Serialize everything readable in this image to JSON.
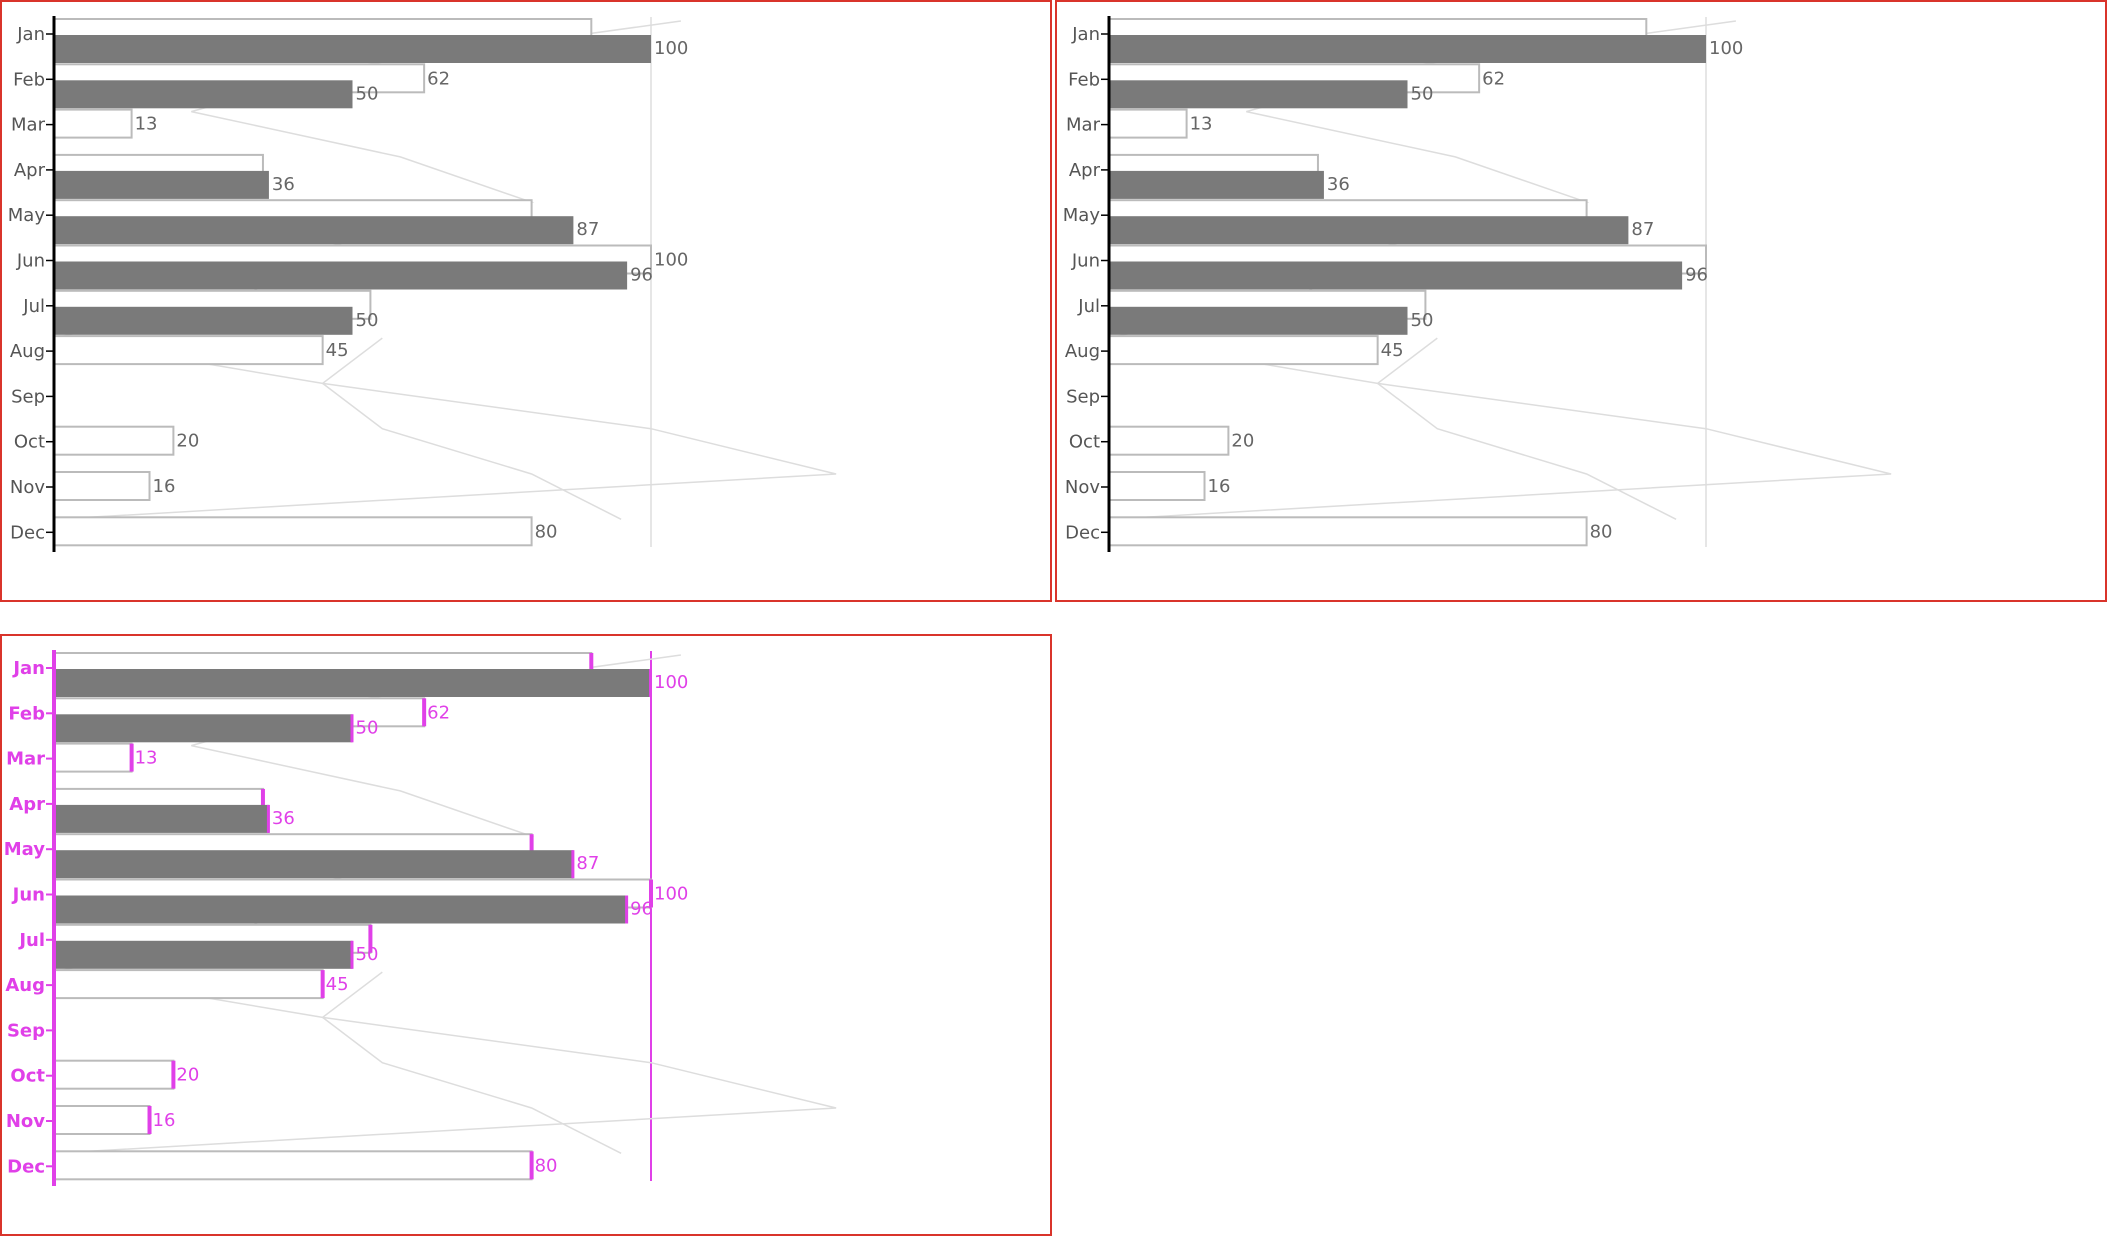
{
  "chart_data": [
    {
      "type": "bar",
      "orientation": "horizontal",
      "categories": [
        "Jan",
        "Feb",
        "Mar",
        "Apr",
        "May",
        "Jun",
        "Jul",
        "Aug",
        "Sep",
        "Oct",
        "Nov",
        "Dec"
      ],
      "series": [
        {
          "values": [
            90,
            62,
            13,
            35,
            80,
            100,
            53,
            45,
            null,
            20,
            16,
            80
          ],
          "style": "outline",
          "labels": [
            "",
            "62",
            "13",
            "",
            "",
            "100",
            "",
            "45",
            "",
            "20",
            "16",
            "80"
          ]
        },
        {
          "values": [
            100,
            50,
            null,
            36,
            87,
            96,
            50,
            null,
            null,
            null,
            null,
            null
          ],
          "style": "filled",
          "labels": [
            "100",
            "50",
            "",
            "36",
            "87",
            "96",
            "50",
            "",
            "",
            "",
            "",
            ""
          ]
        }
      ],
      "overlay_lines": [
        {
          "values": [
            105,
            50,
            23,
            58,
            80,
            45,
            33,
            0,
            null,
            null,
            null,
            null
          ]
        },
        {
          "values": [
            null,
            null,
            null,
            null,
            null,
            null,
            null,
            55,
            45,
            55,
            80,
            95
          ]
        },
        {
          "values": [
            null,
            null,
            null,
            null,
            null,
            null,
            null,
            0,
            45,
            100,
            131,
            0
          ]
        }
      ],
      "reference_lines": [
        100
      ],
      "xlim": [
        0,
        135
      ],
      "grid": false,
      "colors": {
        "outline": "#bbbbbb",
        "filled": "#7a7a7a",
        "overlay": "#dddddd",
        "axis": "#000000",
        "label": "#666666"
      }
    },
    {
      "type": "bar",
      "orientation": "horizontal",
      "categories": [
        "Jan",
        "Feb",
        "Mar",
        "Apr",
        "May",
        "Jun",
        "Jul",
        "Aug",
        "Sep",
        "Oct",
        "Nov",
        "Dec"
      ],
      "series": [
        {
          "values": [
            90,
            62,
            13,
            35,
            80,
            100,
            53,
            45,
            null,
            20,
            16,
            80
          ],
          "style": "outline",
          "labels": [
            "",
            "62",
            "13",
            "",
            "",
            "",
            "",
            "45",
            "",
            "20",
            "16",
            "80"
          ]
        },
        {
          "values": [
            100,
            50,
            null,
            36,
            87,
            96,
            50,
            null,
            null,
            null,
            null,
            null
          ],
          "style": "filled",
          "labels": [
            "100",
            "50",
            "",
            "36",
            "87",
            "96",
            "50",
            "",
            "",
            "",
            "",
            ""
          ]
        }
      ],
      "overlay_lines": [
        {
          "values": [
            105,
            50,
            23,
            58,
            80,
            45,
            33,
            0,
            null,
            null,
            null,
            null
          ]
        },
        {
          "values": [
            null,
            null,
            null,
            null,
            null,
            null,
            null,
            55,
            45,
            55,
            80,
            95
          ]
        },
        {
          "values": [
            null,
            null,
            null,
            null,
            null,
            null,
            null,
            0,
            45,
            100,
            131,
            0
          ]
        }
      ],
      "reference_lines": [
        100
      ],
      "xlim": [
        0,
        135
      ],
      "grid": false,
      "colors": {
        "outline": "#bbbbbb",
        "filled": "#7a7a7a",
        "overlay": "#dddddd",
        "axis": "#000000",
        "label": "#666666"
      }
    },
    {
      "type": "bar",
      "orientation": "horizontal",
      "categories": [
        "Jan",
        "Feb",
        "Mar",
        "Apr",
        "May",
        "Jun",
        "Jul",
        "Aug",
        "Sep",
        "Oct",
        "Nov",
        "Dec"
      ],
      "series": [
        {
          "values": [
            90,
            62,
            13,
            35,
            80,
            100,
            53,
            45,
            null,
            20,
            16,
            80
          ],
          "style": "outline",
          "labels": [
            "",
            "62",
            "13",
            "",
            "",
            "100",
            "",
            "45",
            "",
            "20",
            "16",
            "80"
          ]
        },
        {
          "values": [
            100,
            50,
            null,
            36,
            87,
            96,
            50,
            null,
            null,
            null,
            null,
            null
          ],
          "style": "filled",
          "labels": [
            "100",
            "50",
            "",
            "36",
            "87",
            "96",
            "50",
            "",
            "",
            "",
            "",
            ""
          ]
        }
      ],
      "overlay_lines": [
        {
          "values": [
            105,
            50,
            23,
            58,
            80,
            45,
            33,
            0,
            null,
            null,
            null,
            null
          ]
        },
        {
          "values": [
            null,
            null,
            null,
            null,
            null,
            null,
            null,
            55,
            45,
            55,
            80,
            95
          ]
        },
        {
          "values": [
            null,
            null,
            null,
            null,
            null,
            null,
            null,
            0,
            45,
            100,
            131,
            0
          ]
        }
      ],
      "reference_lines": [
        100
      ],
      "xlim": [
        0,
        135
      ],
      "grid": false,
      "highlighted": true,
      "colors": {
        "outline": "#bbbbbb",
        "filled": "#7a7a7a",
        "overlay": "#dddddd",
        "axis": "#e040e8",
        "label": "#e040e8"
      }
    }
  ]
}
